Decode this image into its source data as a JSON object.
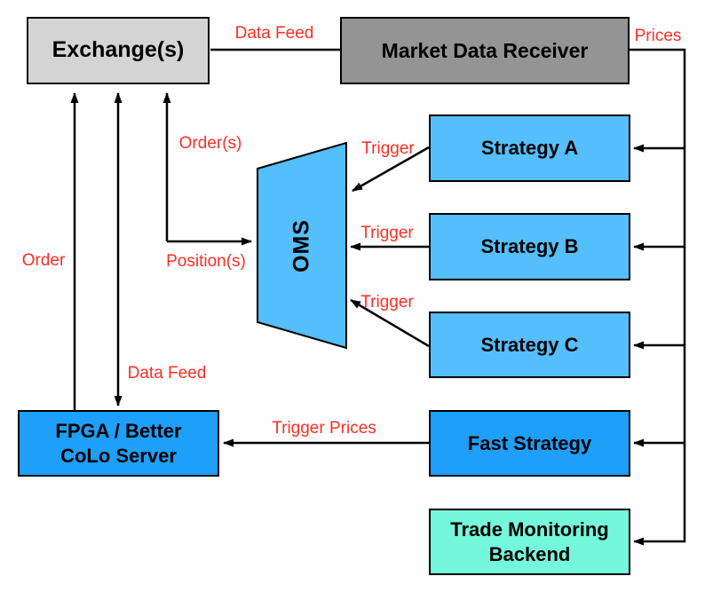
{
  "diagram": {
    "type": "flow-diagram",
    "subject": "Trading system architecture",
    "nodes": {
      "exchange": {
        "label": "Exchange(s)",
        "fill": "#d4d4d4"
      },
      "market_data_receiver": {
        "label": "Market Data Receiver",
        "fill": "#949494"
      },
      "strategy_a": {
        "label": "Strategy A",
        "fill": "#55befc"
      },
      "strategy_b": {
        "label": "Strategy B",
        "fill": "#55befc"
      },
      "strategy_c": {
        "label": "Strategy C",
        "fill": "#55befc"
      },
      "fast_strategy": {
        "label": "Fast Strategy",
        "fill": "#1e9ffa"
      },
      "trade_monitoring_backend": {
        "lines": [
          "Trade Monitoring",
          "Backend"
        ],
        "fill": "#75f7dc"
      },
      "fpga_colo_server": {
        "lines": [
          "FPGA / Better",
          "CoLo Server"
        ],
        "fill": "#1e9ffa"
      },
      "oms": {
        "label": "OMS",
        "fill": "#55befc"
      }
    },
    "edges": {
      "exchange_to_mdr": {
        "label": "Data Feed",
        "from": "Exchange(s)",
        "to": "Market Data Receiver",
        "arrow": "none"
      },
      "mdr_prices_bus": {
        "label": "Prices",
        "from": "Market Data Receiver",
        "to": "Strategy A / Strategy B / Strategy C / Fast Strategy / Trade Monitoring Backend",
        "arrow": "into-targets"
      },
      "oms_orders": {
        "label": "Order(s)",
        "from": "OMS",
        "to": "Exchange(s)",
        "arrow": "both"
      },
      "oms_positions": {
        "label": "Position(s)",
        "from": "Exchange(s)",
        "to": "OMS",
        "arrow": "both"
      },
      "fpga_order": {
        "label": "Order",
        "from": "FPGA / Better CoLo Server",
        "to": "Exchange(s)",
        "arrow": "up"
      },
      "exchange_fpga_feed": {
        "label": "Data Feed",
        "from": "Exchange(s)",
        "to": "FPGA / Better CoLo Server",
        "arrow": "both"
      },
      "strategy_a_trigger": {
        "label": "Trigger",
        "from": "Strategy A",
        "to": "OMS",
        "arrow": "into-oms"
      },
      "strategy_b_trigger": {
        "label": "Trigger",
        "from": "Strategy B",
        "to": "OMS",
        "arrow": "into-oms"
      },
      "strategy_c_trigger": {
        "label": "Trigger",
        "from": "Strategy C",
        "to": "OMS",
        "arrow": "into-oms"
      },
      "fast_strategy_trigger": {
        "label": "Trigger Prices",
        "from": "Fast Strategy",
        "to": "FPGA / Better CoLo Server",
        "arrow": "into-fpga"
      }
    },
    "colors": {
      "label_red": "#fe2e24",
      "line_black": "#000000",
      "background": "#ffffff",
      "light_gray_box": "#d4d4d4",
      "dark_gray_box": "#949494",
      "light_blue_box": "#55befc",
      "strong_blue_box": "#1e9ffa",
      "aqua_box": "#75f7dc"
    }
  }
}
